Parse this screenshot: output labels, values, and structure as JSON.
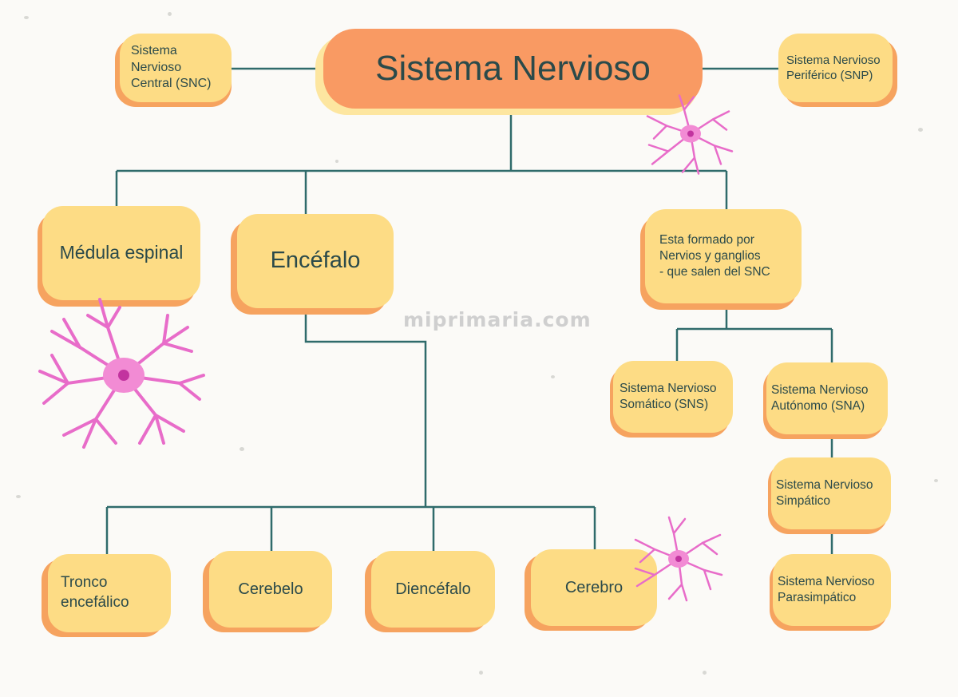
{
  "diagram": {
    "root": "Sistema Nervioso",
    "snc_label": "Sistema\nNervioso\nCentral (SNC)",
    "snp_label": "Sistema Nervioso\nPeriférico (SNP)",
    "medula": "Médula espinal",
    "encefalo": "Encéfalo",
    "snp_desc": "Esta formado por\nNervios y ganglios\n- que salen del SNC",
    "sns": "Sistema Nervioso\nSomático (SNS)",
    "sna": "Sistema Nervioso\nAutónomo (SNA)",
    "simpatico": "Sistema Nervioso\nSimpático",
    "parasimpatico": "Sistema Nervioso\nParasimpático",
    "tronco": "Tronco\nencefálico",
    "cerebelo": "Cerebelo",
    "diencefalo": "Diencéfalo",
    "cerebro": "Cerebro"
  },
  "watermark": "miprimaria.com",
  "colors": {
    "background": "#fbfaf7",
    "box_fill": "#fddc85",
    "box_shadow": "#f6a35f",
    "root_fill": "#f99a63",
    "connector": "#2f6b6b",
    "neuron": "#e86cc9",
    "text": "#2b4a4a"
  },
  "icons": [
    "neuron-icon"
  ]
}
